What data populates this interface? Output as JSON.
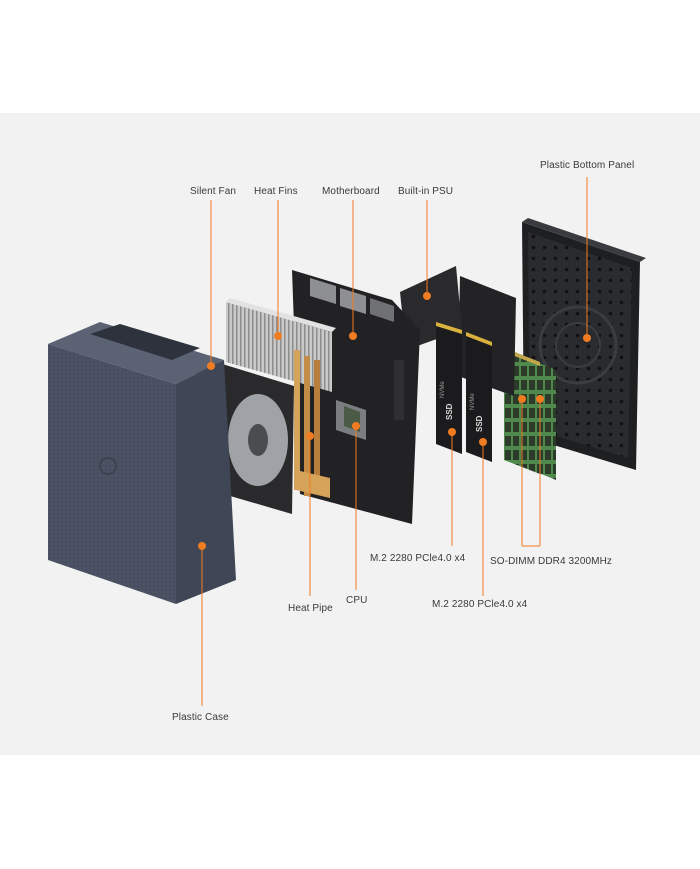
{
  "colors": {
    "accent": "#f07c22",
    "background_panel": "#f2f2f2",
    "case": "#4a5261",
    "component_dark": "#1f1f21"
  },
  "labels": {
    "silent_fan": "Silent Fan",
    "heat_fins": "Heat Fins",
    "motherboard": "Motherboard",
    "built_in_psu": "Built-in PSU",
    "plastic_bottom_panel": "Plastic Bottom Panel",
    "m2_upper": "M.2 2280 PCle4.0 x4",
    "so_dimm": "SO-DIMM DDR4 3200MHz",
    "heat_pipe": "Heat Pipe",
    "cpu": "CPU",
    "m2_lower": "M.2 2280 PCle4.0 x4",
    "plastic_case": "Plastic Case"
  },
  "ssd": {
    "top_text": "SSD",
    "side_text": "NVMe"
  }
}
